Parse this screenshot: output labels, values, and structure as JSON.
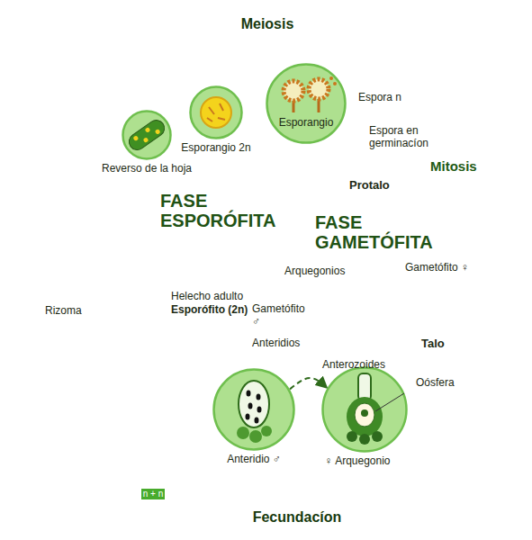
{
  "diagram": {
    "nodes": [
      {
        "text": [
          "FASE ESPORÓFITA"
        ]
      },
      {
        "text": [
          "FASE GAMETÓFITA"
        ]
      },
      {
        "text": [
          "Reverso de la hoja"
        ],
        "in": 0
      },
      {
        "text": [
          "Esporangio 2n"
        ],
        "in": 0
      },
      {
        "text": [
          "Esporangio"
        ],
        "in": 0
      },
      {
        "text": [
          "Anteridio ♂"
        ],
        "in": 1
      },
      {
        "text": [
          "♀ Arquegonio"
        ],
        "in": 1
      }
    ],
    "edges": [
      {
        "from": 5,
        "to": 6,
        "arrow": "to",
        "label": "Anterozoides"
      }
    ],
    "labels": [
      "Meiosis",
      "Mitosis",
      "Fecundacíon",
      "n + n",
      "Espora n",
      "Espora en germinacíon",
      "Protalo",
      "Arquegonios",
      "Gametófito ♀",
      "Gametófito ♂",
      "Anteridios",
      "Talo",
      "Oósfera",
      "Rizoma",
      "Helecho adulto",
      "Esporófito (2n)"
    ]
  }
}
